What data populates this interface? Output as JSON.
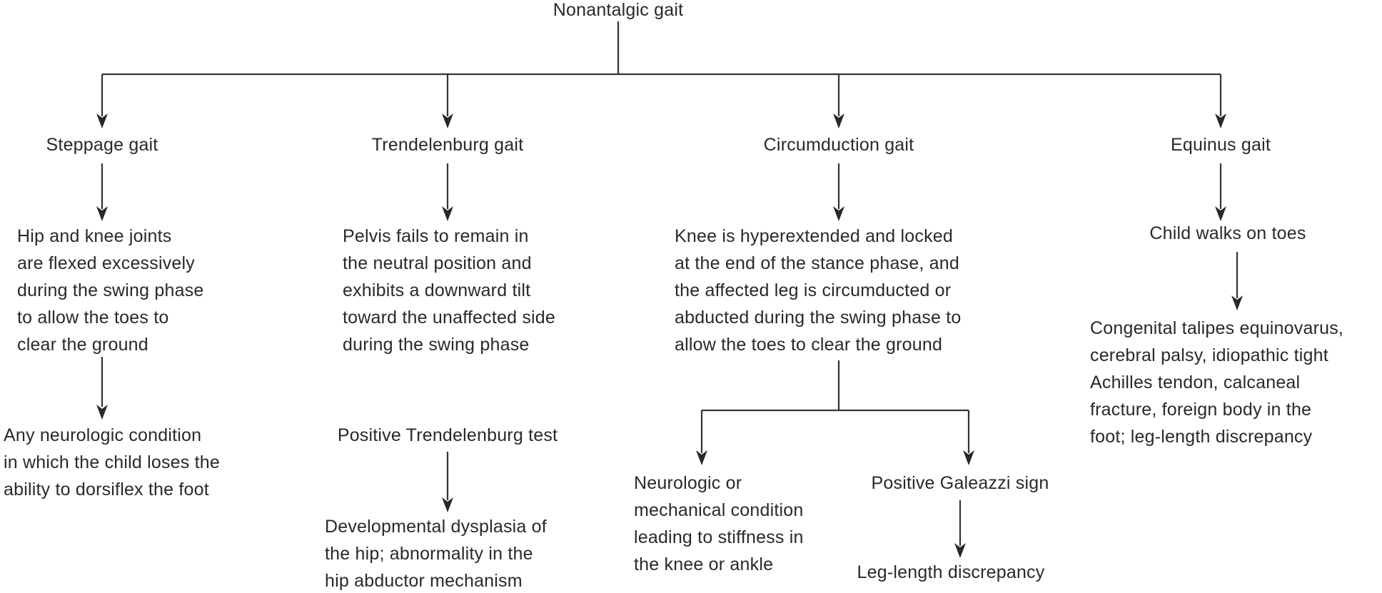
{
  "diagram": {
    "title": "Nonantalgic gait",
    "columns": [
      {
        "heading": "Steppage gait",
        "description": "Hip and knee joints\nare flexed excessively\nduring the swing phase\nto allow the toes to\nclear the ground",
        "outcome": "Any neurologic condition\nin which the child loses the\nability to dorsiflex the foot"
      },
      {
        "heading": "Trendelenburg gait",
        "description": "Pelvis fails to remain in\nthe neutral position and\nexhibits a downward tilt\ntoward the unaffected side\nduring the swing phase",
        "finding": "Positive Trendelenburg test",
        "outcome": "Developmental dysplasia of\nthe hip; abnormality in the\nhip abductor mechanism"
      },
      {
        "heading": "Circumduction gait",
        "description": "Knee is hyperextended and locked\nat the end of the stance phase, and\nthe affected leg is circumducted or\nabducted during the swing phase to\nallow the toes to clear the ground",
        "branches": [
          {
            "outcome": "Neurologic or\nmechanical condition\nleading to stiffness in\nthe knee or ankle"
          },
          {
            "finding": "Positive Galeazzi sign",
            "outcome": "Leg-length discrepancy"
          }
        ]
      },
      {
        "heading": "Equinus gait",
        "description": "Child walks on toes",
        "outcome": "Congenital talipes equinovarus,\ncerebral palsy, idiopathic tight\nAchilles tendon, calcaneal\nfracture, foreign body in the\nfoot; leg-length discrepancy"
      }
    ]
  }
}
